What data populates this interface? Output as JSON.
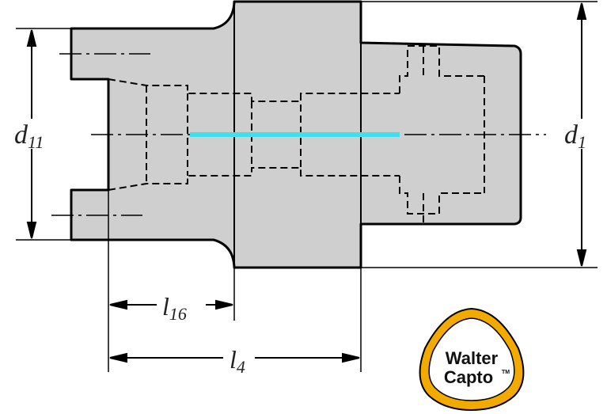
{
  "dimensions": {
    "d11": {
      "base": "d",
      "sub": "11"
    },
    "d1": {
      "base": "d",
      "sub": "1"
    },
    "l16": {
      "base": "l",
      "sub": "16"
    },
    "l4": {
      "base": "l",
      "sub": "4"
    }
  },
  "logo": {
    "line1": "Walter",
    "line2": "Capto",
    "mark": "TM"
  },
  "colors": {
    "body_fill": "#cfcfcf",
    "outline": "#000000",
    "highlight": "#3fe0ee",
    "logo_ring": "#f2a900"
  }
}
